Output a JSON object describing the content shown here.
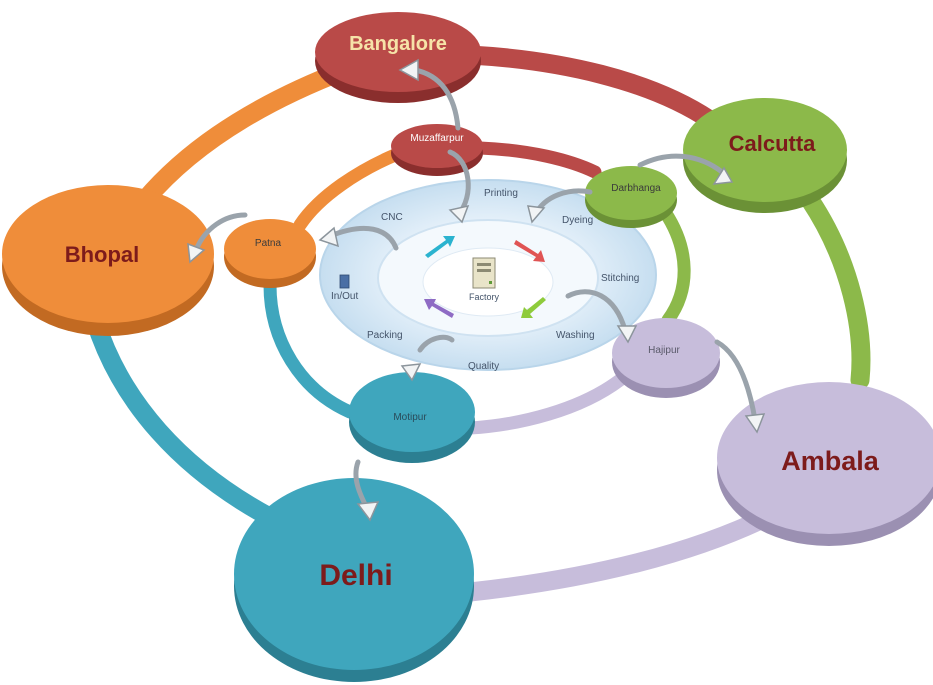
{
  "colors": {
    "orange": "#ef8d3a",
    "red": "#b94a48",
    "green": "#8cb94a",
    "teal": "#3fa6bd",
    "lavender": "#c0b6d4",
    "city_text": "#7d1b1b",
    "hub_text_dark": "#ffffff"
  },
  "cities": {
    "bangalore": "Bangalore",
    "calcutta": "Calcutta",
    "bhopal": "Bhopal",
    "ambala": "Ambala",
    "delhi": "Delhi"
  },
  "hubs": {
    "muzaffarpur": "Muzaffarpur",
    "darbhanga": "Darbhanga",
    "patna": "Patna",
    "hajipur": "Hajipur",
    "motipur": "Motipur"
  },
  "process": {
    "center": "Factory",
    "steps": [
      "Printing",
      "Dyeing",
      "Stitching",
      "Washing",
      "Quality",
      "Packing",
      "In/Out",
      "CNC"
    ]
  }
}
